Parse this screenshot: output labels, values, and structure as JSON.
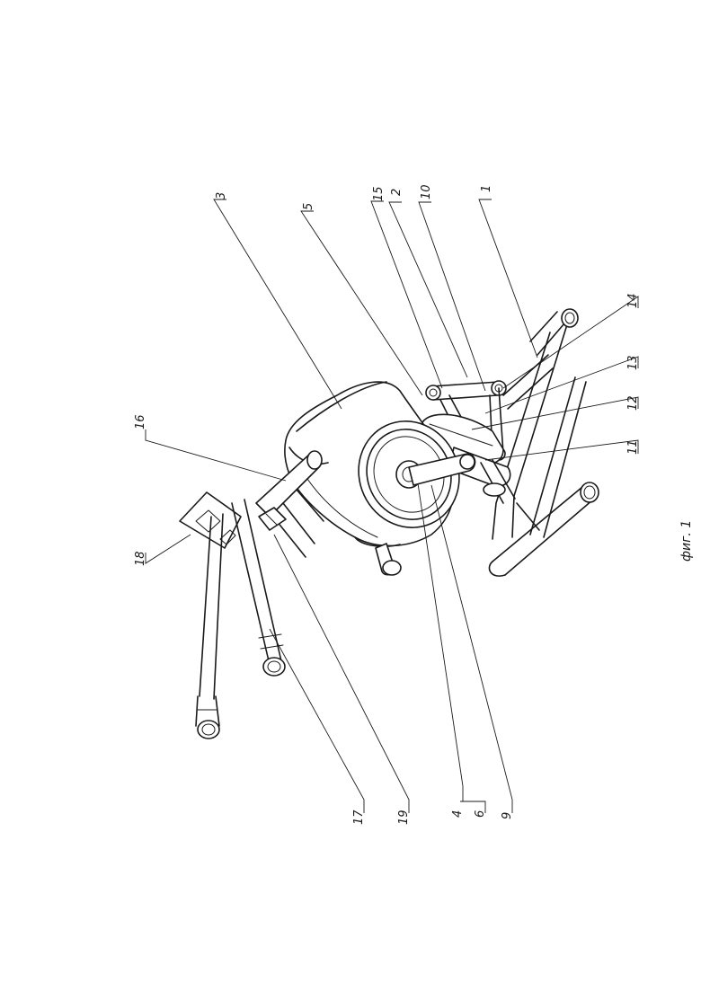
{
  "figure": {
    "caption": "фиг. 1",
    "labels": {
      "l1": "1",
      "l2": "2",
      "l3": "3",
      "l4": "4",
      "l5": "5",
      "l6": "6",
      "l9": "9",
      "l10": "10",
      "l11": "11",
      "l12": "12",
      "l13": "13",
      "l14": "14",
      "l15": "15",
      "l16": "16",
      "l17": "17",
      "l18": "18",
      "l19": "19"
    }
  }
}
